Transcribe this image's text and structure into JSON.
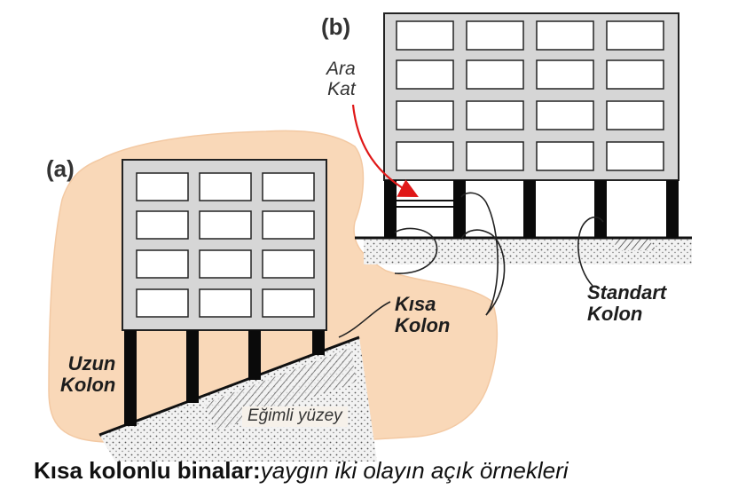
{
  "labels": {
    "panel_a": "(a)",
    "panel_b": "(b)",
    "ara_kat_line1": "Ara",
    "ara_kat_line2": "Kat",
    "kisa_kolon_line1": "Kısa",
    "kisa_kolon_line2": "Kolon",
    "uzun_kolon_line1": "Uzun",
    "uzun_kolon_line2": "Kolon",
    "standart_kolon_line1": "Standart",
    "standart_kolon_line2": "Kolon",
    "egimli_yuzey": "Eğimli yüzey"
  },
  "caption": {
    "bold": "Kısa kolonlu binalar:",
    "italic": "yaygın iki olayın açık örnekleri"
  },
  "colors": {
    "blob": "#f9d8b8",
    "building": "#d6d6d6",
    "window": "#ffffff",
    "column": "#0a0a0a",
    "arrow": "#e01818",
    "soil": "#e4e4e4"
  }
}
